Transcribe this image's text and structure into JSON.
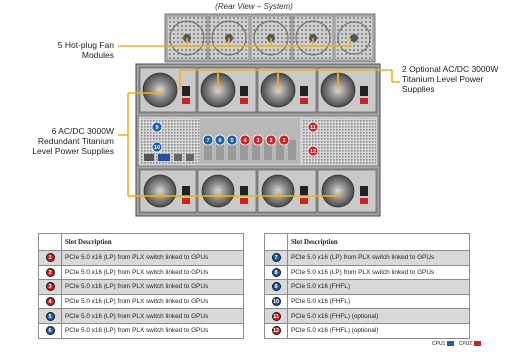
{
  "title": "(Rear View – System)",
  "callouts": {
    "fans": "5 Hot-plug Fan\nModules",
    "optional_psu": "2 Optional AC/DC 3000W\nTitanium Level Power\nSupplies",
    "psu": "6 AC/DC 3000W\nRedundant Titanium\nLevel Power Supplies"
  },
  "colors": {
    "cpu1": "#1f5fa8",
    "cpu2": "#d0202a",
    "callout_line": "#f2b21b"
  },
  "table_left": {
    "header": "Slot Description",
    "rows": [
      {
        "n": "1",
        "cpu": "cpu2",
        "desc": "PCIe 5.0 x16 (LP) from PLX switch linked to GPUs"
      },
      {
        "n": "2",
        "cpu": "cpu2",
        "desc": "PCIe 5.0 x16 (LP) from PLX switch linked to GPUs"
      },
      {
        "n": "3",
        "cpu": "cpu2",
        "desc": "PCIe 5.0 x16 (LP) from PLX switch linked to GPUs"
      },
      {
        "n": "4",
        "cpu": "cpu2",
        "desc": "PCIe 5.0 x16 (LP) from PLX switch linked to GPUs"
      },
      {
        "n": "5",
        "cpu": "cpu1",
        "desc": "PCIe 5.0 x16 (LP) from PLX switch linked to GPUs"
      },
      {
        "n": "6",
        "cpu": "cpu1",
        "desc": "PCIe 5.0 x16 (LP) from PLX switch linked to GPUs"
      }
    ]
  },
  "table_right": {
    "header": "Slot Description",
    "rows": [
      {
        "n": "7",
        "cpu": "cpu1",
        "desc": "PCIe 5.0 x16 (LP) from PLX switch linked to GPUs"
      },
      {
        "n": "8",
        "cpu": "cpu1",
        "desc": "PCIe 5.0 x16 (LP) from PLX switch linked to GPUs"
      },
      {
        "n": "9",
        "cpu": "cpu1",
        "desc": "PCIe 5.0 x16 (FHFL)"
      },
      {
        "n": "10",
        "cpu": "cpu1",
        "desc": "PCIe 5.0 x16 (FHFL)"
      },
      {
        "n": "11",
        "cpu": "cpu2",
        "desc": "PCIe 5.0 x16 (FHFL) (optional)"
      },
      {
        "n": "12",
        "cpu": "cpu2",
        "desc": "PCIe 5.0 x16 (FHFL) (optional)"
      }
    ]
  },
  "legend": {
    "cpu1": "CPU1",
    "cpu2": "CPU2"
  },
  "photo_badges": [
    "9",
    "10",
    "7",
    "6",
    "5",
    "4",
    "3",
    "2",
    "1",
    "11",
    "12"
  ]
}
